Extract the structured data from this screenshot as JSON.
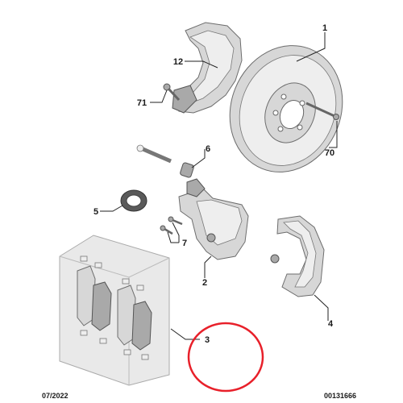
{
  "diagram": {
    "callouts": [
      {
        "id": "c1",
        "label": "1"
      },
      {
        "id": "c12",
        "label": "12"
      },
      {
        "id": "c71",
        "label": "71"
      },
      {
        "id": "c70",
        "label": "70"
      },
      {
        "id": "c6",
        "label": "6"
      },
      {
        "id": "c5",
        "label": "5"
      },
      {
        "id": "c7",
        "label": "7"
      },
      {
        "id": "c2",
        "label": "2"
      },
      {
        "id": "c4",
        "label": "4"
      },
      {
        "id": "c3",
        "label": "3"
      }
    ],
    "footer": {
      "date": "07/2022",
      "reference": "00131666"
    },
    "highlight_color": "#e8202a"
  }
}
